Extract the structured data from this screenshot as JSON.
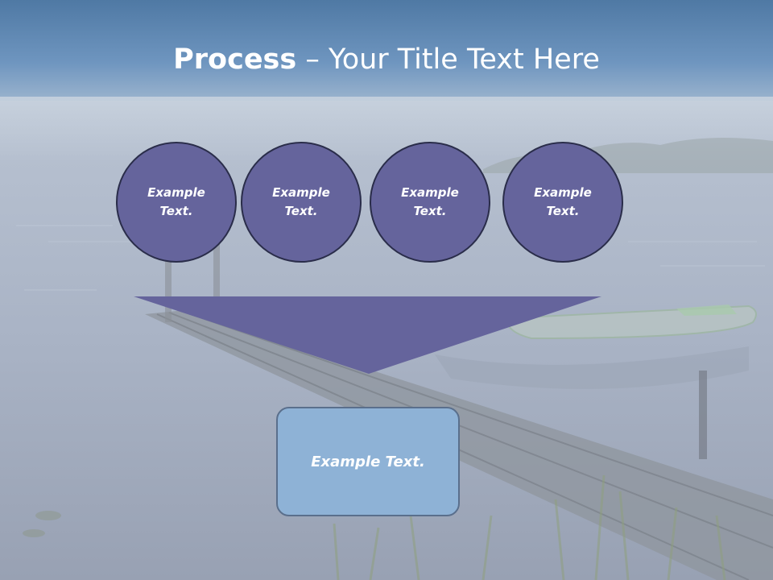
{
  "slide": {
    "title_bold": "Process",
    "title_rest": " – Your Title Text Here",
    "circles": [
      {
        "label": "Example Text."
      },
      {
        "label": "Example Text."
      },
      {
        "label": "Example Text."
      },
      {
        "label": "Example Text."
      }
    ],
    "box_label": "Example Text."
  },
  "colors": {
    "circle_fill": "#65649c",
    "circle_border": "#2a2d4a",
    "funnel_fill": "#65649c",
    "box_fill": "#8eb2d6",
    "box_border": "#5a6f8c",
    "title_color": "#ffffff"
  }
}
